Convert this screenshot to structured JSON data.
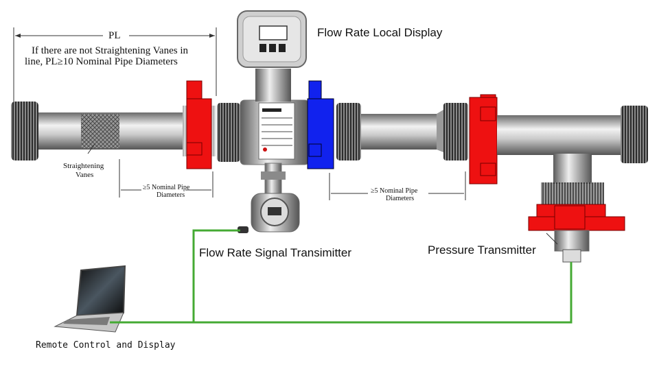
{
  "labels": {
    "pl": "PL",
    "pl_note_1": "If there are not Straightening Vanes in",
    "pl_note_2": "line, PL≥10 Nominal Pipe Diameters",
    "straightening_1": "Straightening",
    "straightening_2": "Vanes",
    "nominal_left_1": "≥5  Nominal Pipe",
    "nominal_left_2": "Diameters",
    "nominal_right_1": "≥5  Nominal Pipe",
    "nominal_right_2": "Diameters",
    "flow_display": "Flow Rate Local Display",
    "flow_transmitter": "Flow Rate Signal Transimitter",
    "pressure_transmitter": "Pressure Transmitter",
    "remote": "Remote Control and Display"
  },
  "colors": {
    "flange_red": "#ee1111",
    "flange_blue": "#1122ee",
    "signal_wire": "#44aa33",
    "pipe_steel": "#c8c8c8"
  }
}
